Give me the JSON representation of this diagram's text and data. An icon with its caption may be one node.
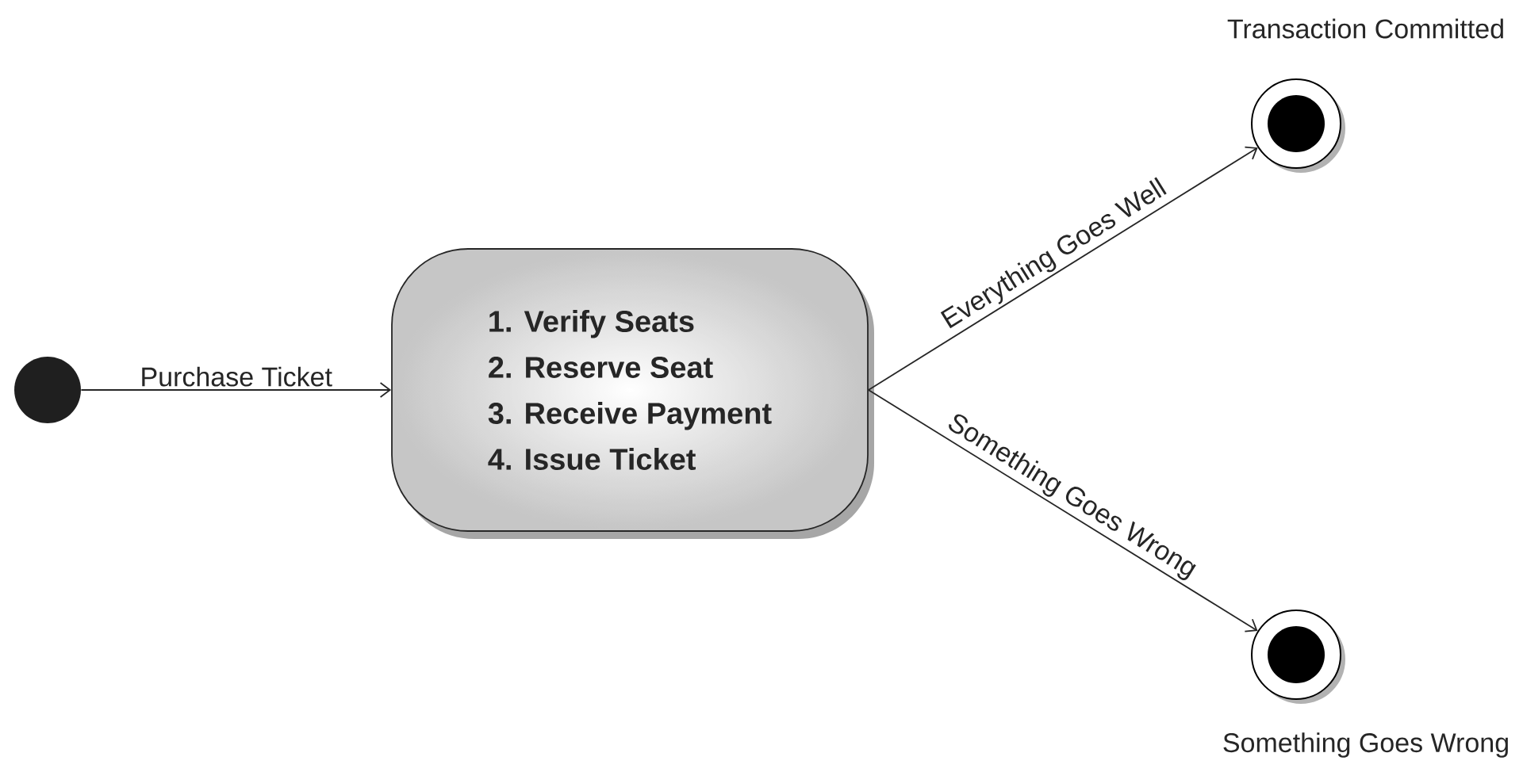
{
  "diagram": {
    "nodes": [
      {
        "text": [],
        "shape": "circle"
      },
      {
        "text": [
          "1. Verify Seats",
          "2. Reserve Seat",
          "3. Receive Payment",
          "4. Issue Ticket"
        ]
      },
      {
        "text": [],
        "shape": "circle",
        "beside": [
          "Transaction Committed"
        ]
      },
      {
        "text": [],
        "shape": "circle",
        "beside": [
          "Something Goes Wrong"
        ]
      }
    ],
    "edges": [
      {
        "from": 0,
        "to": 1,
        "arrow": "to",
        "label": "Purchase Ticket"
      },
      {
        "from": 1,
        "to": 2,
        "arrow": "to",
        "label": "Everything Goes Well"
      },
      {
        "from": 1,
        "to": 3,
        "arrow": "to",
        "label": "Something Goes Wrong"
      }
    ]
  }
}
